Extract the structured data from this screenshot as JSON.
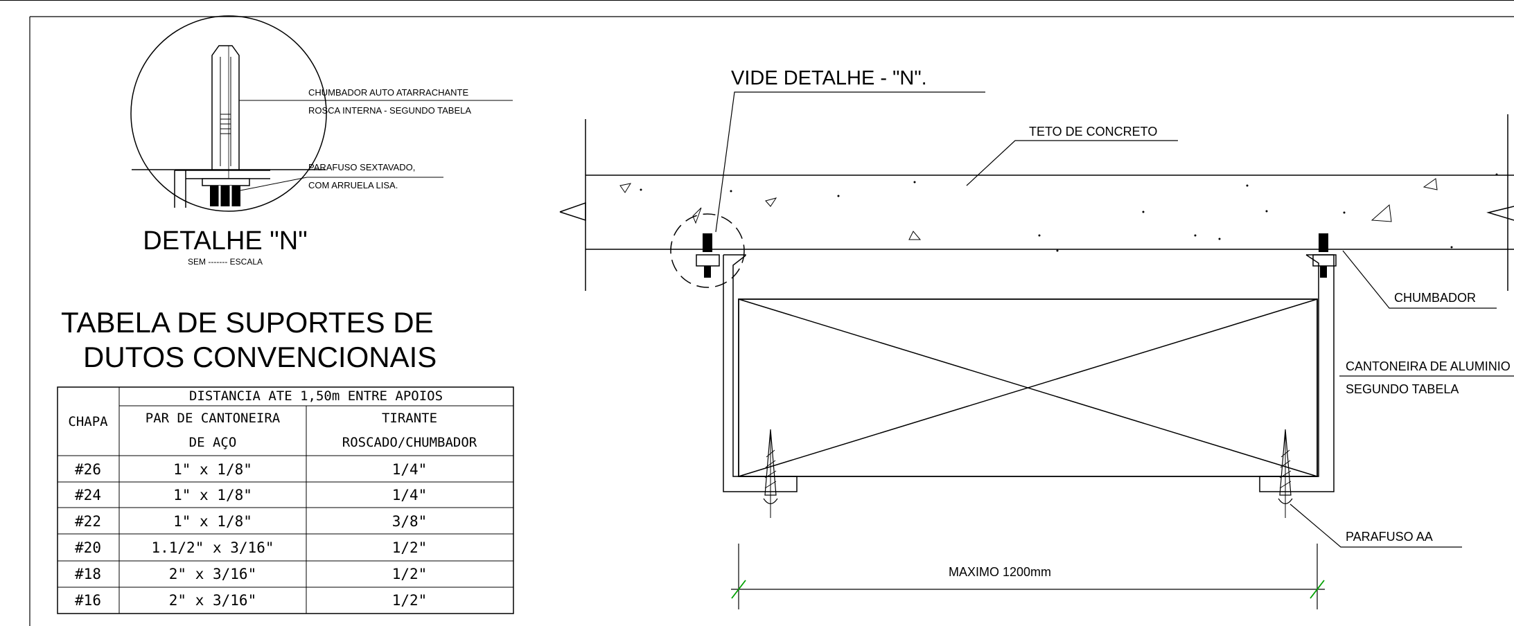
{
  "detail": {
    "title": "DETALHE \"N\"",
    "subtitle": "SEM ------- ESCALA",
    "callouts": [
      "CHUMBADOR AUTO ATARRACHANTE",
      "ROSCA INTERNA - SEGUNDO TABELA",
      "PARAFUSO SEXTAVADO,",
      "COM ARRUELA LISA."
    ]
  },
  "table": {
    "title_line1": "TABELA DE SUPORTES DE",
    "title_line2": "DUTOS CONVENCIONAIS",
    "header_chapa": "CHAPA",
    "header_group": "DISTANCIA ATE 1,50m ENTRE APOIOS",
    "header_col2_line1": "PAR DE CANTONEIRA",
    "header_col2_line2": "DE AÇO",
    "header_col3_line1": "TIRANTE",
    "header_col3_line2": "ROSCADO/CHUMBADOR",
    "rows": [
      {
        "chapa": "#26",
        "cantoneira": "1\" x 1/8\"",
        "tirante": "1/4\""
      },
      {
        "chapa": "#24",
        "cantoneira": "1\" x 1/8\"",
        "tirante": "1/4\""
      },
      {
        "chapa": "#22",
        "cantoneira": "1\" x 1/8\"",
        "tirante": "3/8\""
      },
      {
        "chapa": "#20",
        "cantoneira": "1.1/2\" x 3/16\"",
        "tirante": "1/2\""
      },
      {
        "chapa": "#18",
        "cantoneira": "2\" x 3/16\"",
        "tirante": "1/2\""
      },
      {
        "chapa": "#16",
        "cantoneira": "2\" x 3/16\"",
        "tirante": "1/2\""
      }
    ]
  },
  "elevation": {
    "vide_label": "VIDE DETALHE - \"N\".",
    "teto_label": "TETO DE CONCRETO",
    "chumbador_label": "CHUMBADOR",
    "cantoneira_line1": "CANTONEIRA DE ALUMINIO",
    "cantoneira_line2": "SEGUNDO TABELA",
    "parafuso_label": "PARAFUSO AA",
    "dimension_label": "MAXIMO 1200mm"
  },
  "colors": {
    "dimension_tick": "#00a000",
    "line": "#000000"
  }
}
